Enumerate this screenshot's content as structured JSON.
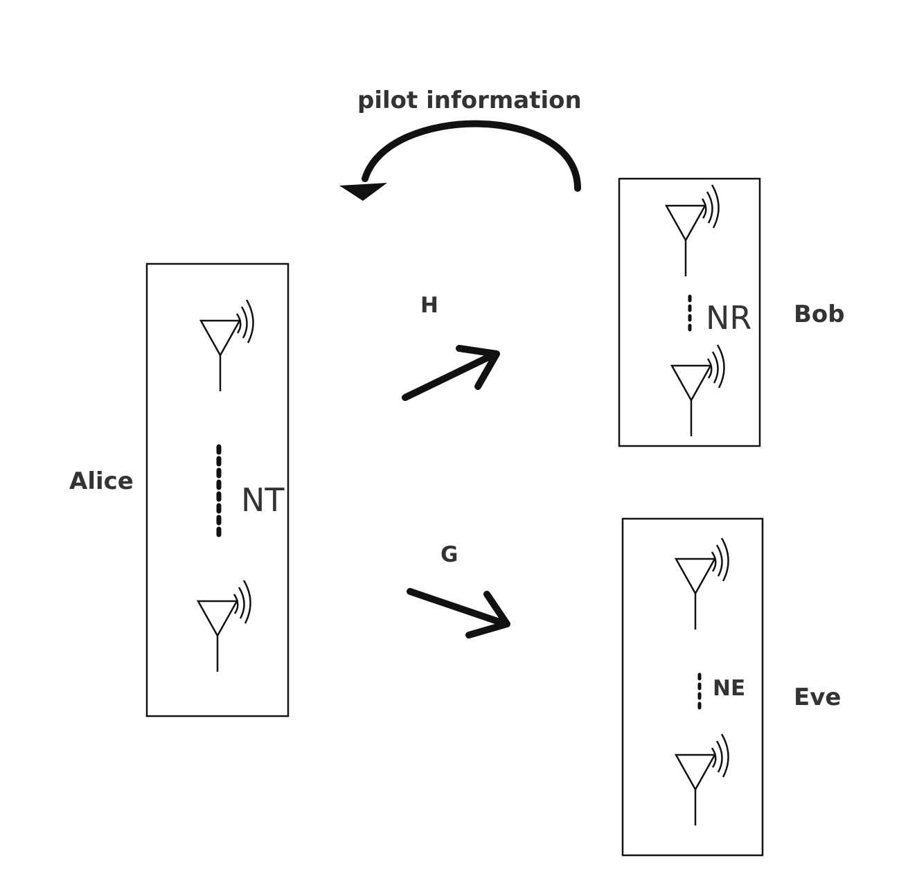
{
  "diagram": {
    "feedback_label": "pilot information",
    "channel_h_label": "H",
    "channel_g_label": "G",
    "nodes": {
      "alice": {
        "name": "Alice",
        "antenna_count_label": "NT"
      },
      "bob": {
        "name": "Bob",
        "antenna_count_label": "NR"
      },
      "eve": {
        "name": "Eve",
        "antenna_count_label": "NE"
      }
    }
  },
  "colors": {
    "stroke": "#111111",
    "text": "#333333",
    "background": "#ffffff"
  },
  "icons": [
    "antenna-icon",
    "signal-waves-icon",
    "ellipsis-dots-icon",
    "curved-arrow-icon",
    "arrow-icon"
  ]
}
